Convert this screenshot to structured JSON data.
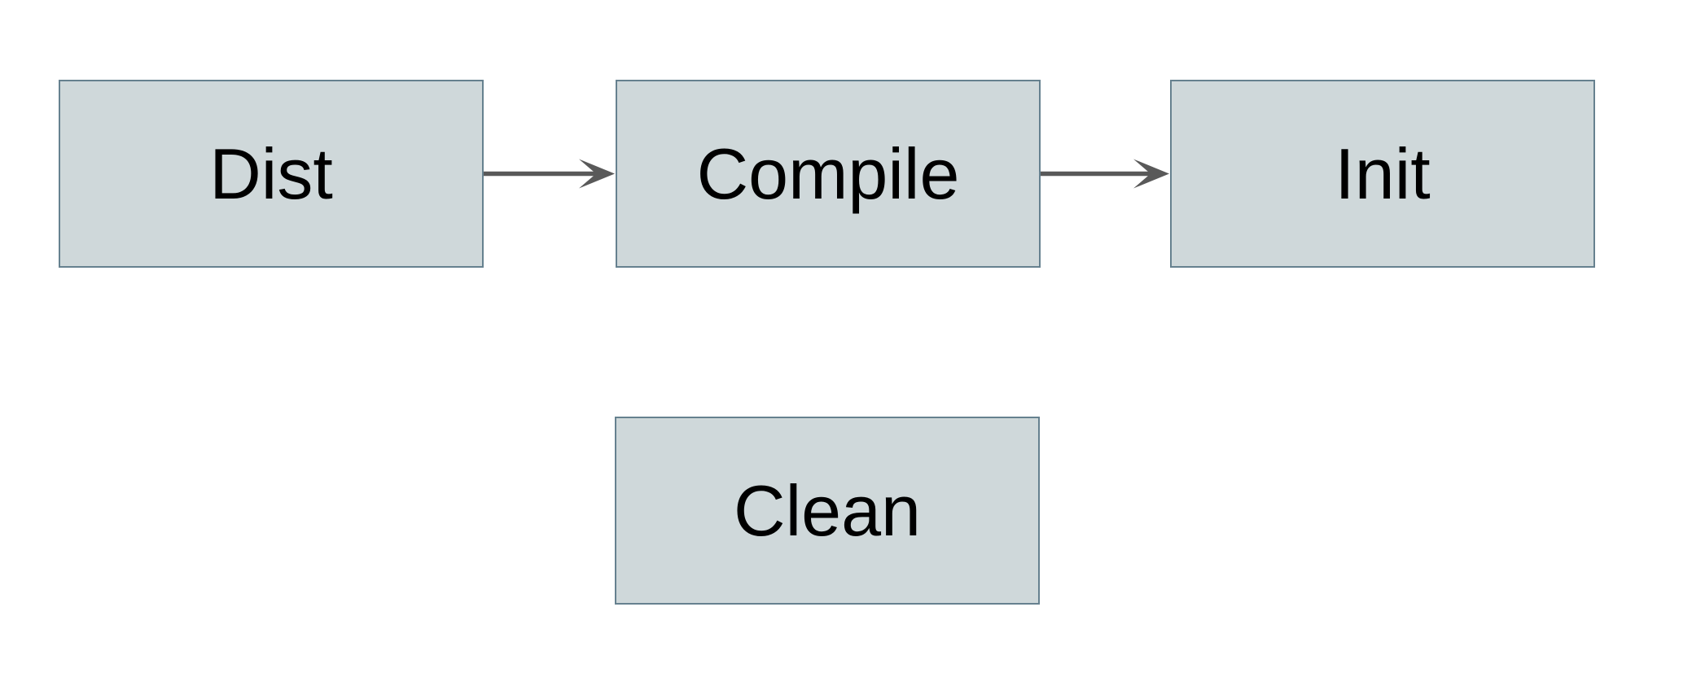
{
  "diagram": {
    "nodes": [
      {
        "id": "dist",
        "label": "Dist"
      },
      {
        "id": "compile",
        "label": "Compile"
      },
      {
        "id": "init",
        "label": "Init"
      },
      {
        "id": "clean",
        "label": "Clean"
      }
    ],
    "edges": [
      {
        "from": "Dist",
        "to": "Compile"
      },
      {
        "from": "Compile",
        "to": "Init"
      }
    ],
    "colors": {
      "page_background": "#ffffff",
      "node_fill": "#cfd8da",
      "node_border": "#66818f",
      "arrow": "#595959",
      "text": "#000000"
    }
  }
}
